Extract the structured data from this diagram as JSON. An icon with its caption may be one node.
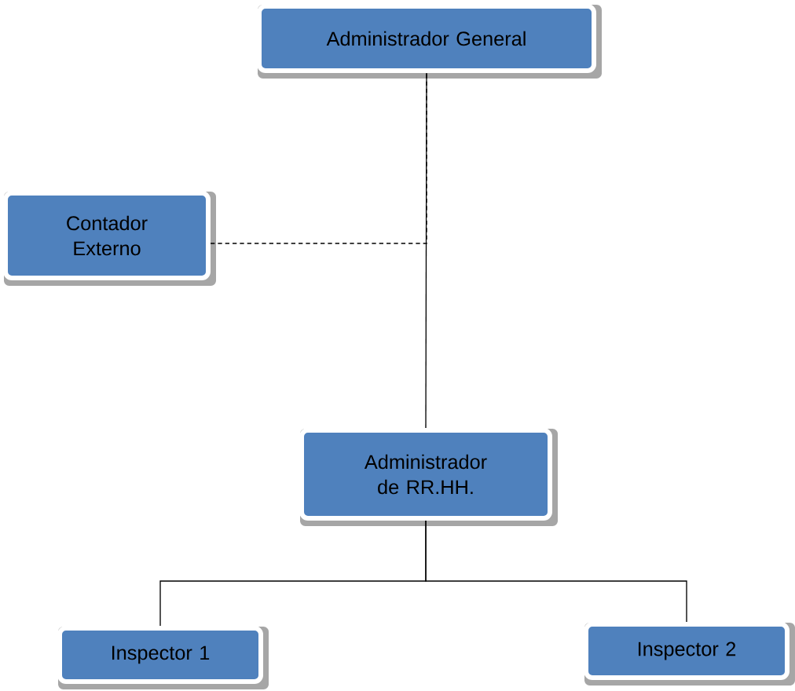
{
  "diagram": {
    "nodes": [
      {
        "text": [
          "Administrador General"
        ]
      },
      {
        "text": [
          "Contador Externo"
        ]
      },
      {
        "text": [
          "Administrador de RR.HH."
        ]
      },
      {
        "text": [
          "Inspector 1"
        ]
      },
      {
        "text": [
          "Inspector 2"
        ]
      }
    ],
    "edges": [
      {
        "from": 0,
        "to": 2,
        "arrow": "none"
      },
      {
        "from": 1,
        "to": 0,
        "arrow": "none",
        "style": "dashed"
      },
      {
        "from": 2,
        "to": 3,
        "arrow": "none"
      },
      {
        "from": 2,
        "to": 4,
        "arrow": "none"
      }
    ]
  }
}
